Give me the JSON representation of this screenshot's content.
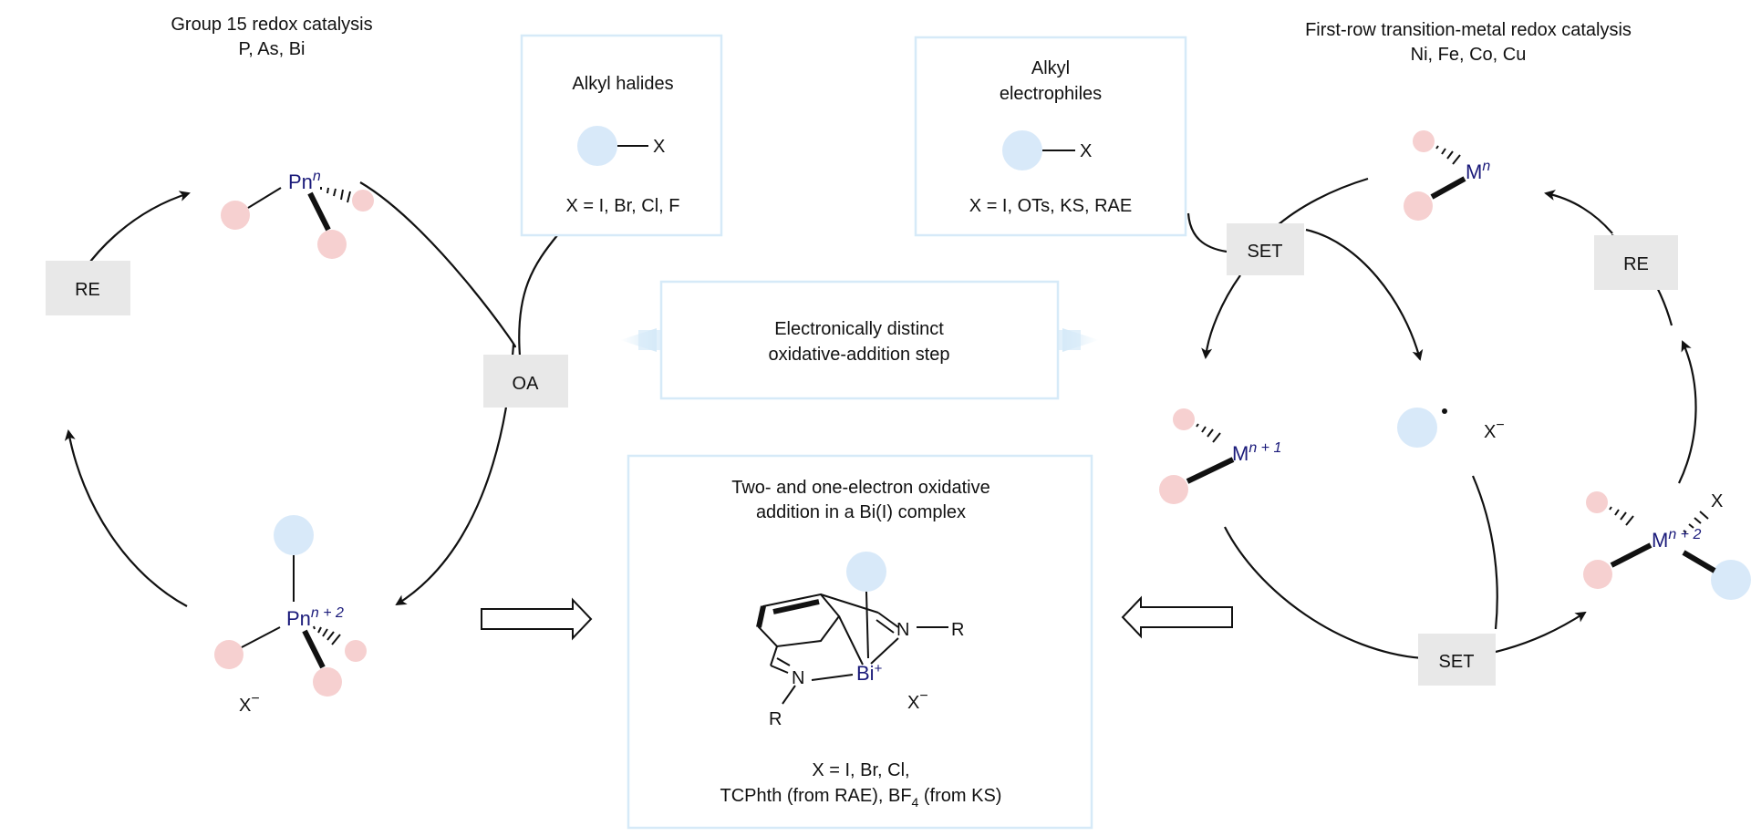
{
  "left_cycle": {
    "title": "Group 15 redox catalysis",
    "subtitle": "P, As, Bi",
    "center_top": "Pn",
    "center_top_sup": "n",
    "center_bottom": "Pn",
    "center_bottom_sup": "n + 2",
    "counter_ion": "X",
    "counter_ion_sup": "−",
    "re_label": "RE",
    "oa_label": "OA"
  },
  "alkyl_halides_box": {
    "title": "Alkyl halides",
    "substituent": "X",
    "scope": "X = I, Br, Cl, F"
  },
  "alkyl_electrophiles_box": {
    "title_line1": "Alkyl",
    "title_line2": "electrophiles",
    "substituent": "X",
    "scope": "X = I, OTs, KS, RAE"
  },
  "center_box": {
    "line1": "Electronically distinct",
    "line2": "oxidative-addition step"
  },
  "bi_box": {
    "title_line1": "Two- and one-electron oxidative",
    "title_line2": "addition in a Bi(I) complex",
    "atom_n1": "N",
    "atom_n2": "N",
    "atom_bi": "Bi",
    "atom_bi_sup": "+",
    "r1": "R",
    "r2": "R",
    "counter_ion": "X",
    "counter_ion_sup": "−",
    "scope_line1": "X = I, Br, Cl,",
    "scope_line2_a": "TCPhth (from RAE), BF",
    "scope_line2_sub": "4",
    "scope_line2_b": " (from KS)"
  },
  "right_cycle": {
    "title": "First-row transition-metal redox catalysis",
    "subtitle": "Ni, Fe, Co, Cu",
    "m_top": "M",
    "m_top_sup": "n",
    "m_mid": "M",
    "m_mid_sup": "n + 1",
    "m_right": "M",
    "m_right_sup": "n + 2",
    "x_right": "X",
    "radical_counter": "X",
    "radical_counter_sup": "−",
    "set_top": "SET",
    "set_bottom": "SET",
    "re_label": "RE"
  }
}
